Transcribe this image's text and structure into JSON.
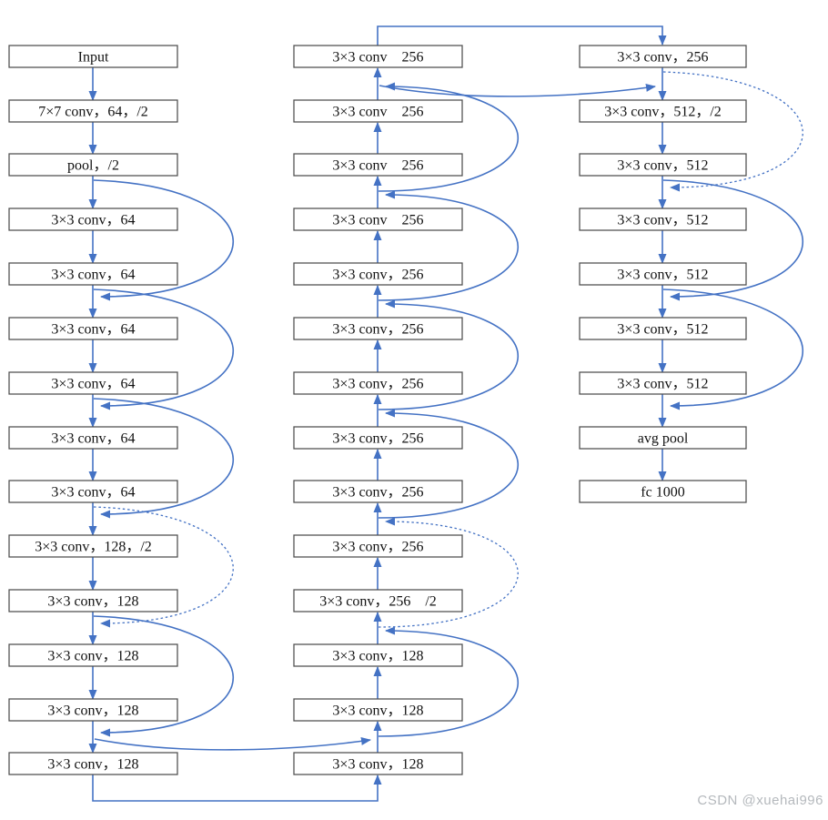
{
  "diagram": {
    "type": "neural-network-architecture-flowchart",
    "colors": {
      "arrow_blue": "#4472C4",
      "box_border": "#4d4d4d",
      "box_fill": "#ffffff",
      "label_text": "#111111"
    },
    "watermark": {
      "text": "CSDN @xuehai996",
      "color": "#b5b9bd"
    },
    "columns": [
      {
        "id": "left",
        "flow": "down",
        "nodes": [
          "Input",
          "7×7 conv，64，/2",
          "pool，/2",
          "3×3 conv，64",
          "3×3 conv，64",
          "3×3 conv，64",
          "3×3 conv，64",
          "3×3 conv，64",
          "3×3 conv，64",
          "3×3 conv，128，/2",
          "3×3 conv，128",
          "3×3 conv，128",
          "3×3 conv，128",
          "3×3 conv，128"
        ]
      },
      {
        "id": "middle",
        "flow": "up",
        "nodes": [
          "3×3 conv　256",
          "3×3 conv　256",
          "3×3 conv　256",
          "3×3 conv　256",
          "3×3 conv，256",
          "3×3 conv，256",
          "3×3 conv，256",
          "3×3 conv，256",
          "3×3 conv，256",
          "3×3 conv，256",
          "3×3 conv，256　/2",
          "3×3 conv，128",
          "3×3 conv，128",
          "3×3 conv，128"
        ]
      },
      {
        "id": "right",
        "flow": "down",
        "nodes": [
          "3×3 conv，256",
          "3×3 conv，512，/2",
          "3×3 conv，512",
          "3×3 conv，512",
          "3×3 conv，512",
          "3×3 conv，512",
          "3×3 conv，512",
          "avg pool",
          "fc 1000"
        ]
      }
    ],
    "skips": [
      {
        "column": "left",
        "from_junction": 3,
        "to_junction": 5,
        "style": "solid"
      },
      {
        "column": "left",
        "from_junction": 5,
        "to_junction": 7,
        "style": "solid"
      },
      {
        "column": "left",
        "from_junction": 7,
        "to_junction": 9,
        "style": "solid"
      },
      {
        "column": "left",
        "from_junction": 9,
        "to_junction": 11,
        "style": "dotted"
      },
      {
        "column": "left",
        "from_junction": 11,
        "to_junction": 13,
        "style": "solid"
      },
      {
        "column": "middle",
        "from_junction": 13,
        "to_junction": 11,
        "style": "solid"
      },
      {
        "column": "middle",
        "from_junction": 11,
        "to_junction": 9,
        "style": "dotted"
      },
      {
        "column": "middle",
        "from_junction": 9,
        "to_junction": 7,
        "style": "solid"
      },
      {
        "column": "middle",
        "from_junction": 7,
        "to_junction": 5,
        "style": "solid"
      },
      {
        "column": "middle",
        "from_junction": 5,
        "to_junction": 3,
        "style": "solid"
      },
      {
        "column": "middle",
        "from_junction": 3,
        "to_junction": 1,
        "style": "solid"
      },
      {
        "column": "right",
        "from_junction": 1,
        "to_junction": 3,
        "style": "dotted"
      },
      {
        "column": "right",
        "from_junction": 3,
        "to_junction": 5,
        "style": "solid"
      },
      {
        "column": "right",
        "from_junction": 5,
        "to_junction": 7,
        "style": "solid"
      }
    ],
    "wrap_skips": [
      {
        "edge": "bottom",
        "from_column": "left",
        "to_column": "middle",
        "junction": 13,
        "style": "solid"
      },
      {
        "edge": "top",
        "from_column": "middle",
        "to_column": "right",
        "junction": 1,
        "style": "solid"
      }
    ],
    "connectors": [
      {
        "edge": "bottom",
        "from_column": "left",
        "to_column": "middle"
      },
      {
        "edge": "top",
        "from_column": "middle",
        "to_column": "right"
      }
    ]
  }
}
